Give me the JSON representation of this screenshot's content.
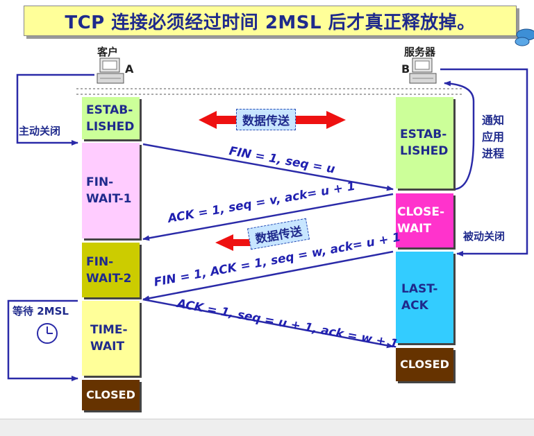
{
  "title": "TCP 连接必须经过时间 2MSL 后才真正释放掉。",
  "client": {
    "role": "客户",
    "letter": "A"
  },
  "server": {
    "role": "服务器",
    "letter": "B"
  },
  "client_states": {
    "established": "ESTAB-\nLISHED",
    "fin_wait_1": "FIN-\nWAIT-1",
    "fin_wait_2": "FIN-\nWAIT-2",
    "time_wait": "TIME-\nWAIT",
    "closed": "CLOSED"
  },
  "server_states": {
    "established": "ESTAB-\nLISHED",
    "close_wait": "CLOSE-\nWAIT",
    "last_ack": "LAST-\nACK",
    "closed": "CLOSED"
  },
  "labels": {
    "active_close": "主动关闭",
    "passive_close": "被动关闭",
    "notify_app": "通知\n应用\n进程",
    "wait_2msl": "等待 2MSL",
    "data_transfer_1": "数据传送",
    "data_transfer_2": "数据传送"
  },
  "segments": {
    "fin1": "FIN = 1, seq = u",
    "ack1": "ACK = 1, seq = v, ack= u + 1",
    "fin2": "FIN = 1, ACK = 1, seq = w, ack= u + 1",
    "ack2": "ACK = 1, seq = u + 1, ack = w + 1"
  },
  "colors": {
    "title_bg": "#ffff99",
    "established": "#ccff99",
    "fin_wait_1": "#ffccff",
    "fin_wait_2": "#cccc00",
    "time_wait": "#ffff99",
    "closed": "#663300",
    "close_wait": "#ff33cc",
    "last_ack": "#33ccff",
    "arrow": "#2a2aa8",
    "red_arrow": "#ee1111"
  }
}
